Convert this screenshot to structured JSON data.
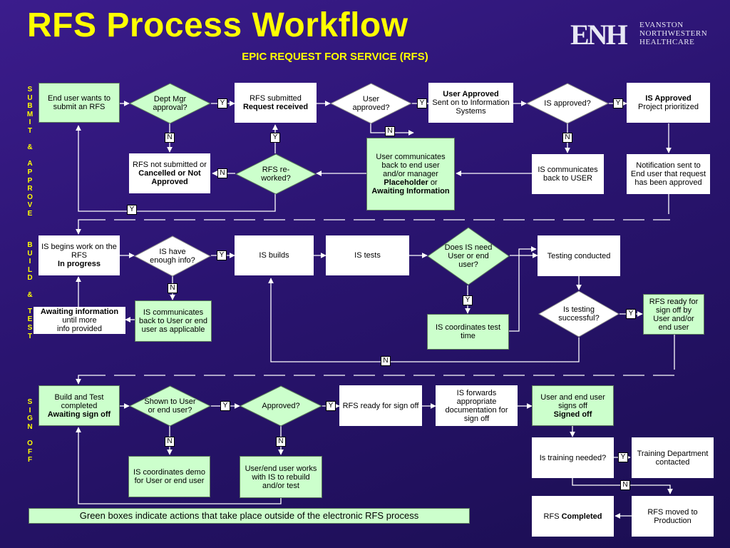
{
  "title": "RFS Process Workflow",
  "subtitle": "EPIC REQUEST FOR SERVICE (RFS)",
  "logo": {
    "mark": "ENH",
    "line1": "EVANSTON",
    "line2": "NORTHWESTERN",
    "line3": "HEALTHCARE"
  },
  "sections": {
    "submit": [
      "S",
      "U",
      "B",
      "M",
      "I",
      "T",
      "",
      "&",
      "",
      "A",
      "P",
      "P",
      "R",
      "O",
      "V",
      "E"
    ],
    "build": [
      "B",
      "U",
      "I",
      "L",
      "D",
      "",
      "&",
      "",
      "T",
      "E",
      "S",
      "T"
    ],
    "signoff": [
      "S",
      "I",
      "G",
      "N",
      "",
      "O",
      "F",
      "F"
    ]
  },
  "nodes": {
    "end_user_wants": "End user wants to submit an RFS",
    "dept_mgr": "Dept Mgr approval?",
    "rfs_submitted_a": "RFS submitted",
    "rfs_submitted_b": "Request received",
    "user_approved_q": "User approved?",
    "user_approved_a": "User Approved",
    "user_approved_b": "Sent on to Information Systems",
    "is_approved_q": "IS approved?",
    "is_approved_a": "IS Approved",
    "is_approved_b": "Project prioritized",
    "rfs_not_a": "RFS  not submitted or",
    "rfs_not_b": "Cancelled or Not Approved",
    "rfs_reworked": "RFS re-worked?",
    "user_comm_a": "User communicates back to end user and/or manager",
    "user_comm_b": "Placeholder",
    "user_comm_c": "or",
    "user_comm_d": "Awaiting Information",
    "is_comm_user": "IS communicates back to USER",
    "notification": "Notification sent to End user that request has been approved",
    "is_begins_a": "IS begins work on the RFS",
    "is_begins_b": "In progress",
    "is_enough": "IS have enough info?",
    "is_builds": "IS builds",
    "is_tests": "IS tests",
    "is_need_user": "Does IS need User or end user?",
    "testing_conducted": "Testing conducted",
    "awaiting_a": "Awaiting information",
    "awaiting_b": "until more",
    "awaiting_c": "info provided",
    "is_comm_back": "IS communicates back to User or end user as applicable",
    "is_coord_test": "IS coordinates test time",
    "testing_success": "Is testing successful?",
    "rfs_ready_signoff": "RFS ready for sign off by User and/or end user",
    "build_test_a": "Build and Test completed",
    "build_test_b": "Awaiting sign off",
    "shown_user": "Shown to User or end user?",
    "approved_q": "Approved?",
    "rfs_ready_sign": "RFS ready for sign off",
    "is_forwards": "IS forwards appropriate documentation for sign off",
    "signed_a": "User and end user signs off",
    "signed_b": "Signed off",
    "is_coord_demo": "IS coordinates demo for User or end user",
    "user_works": "User/end user works with IS to rebuild and/or test",
    "is_training": "Is training needed?",
    "training_dept": "Training Department contacted",
    "rfs_completed_a": "RFS",
    "rfs_completed_b": "Completed",
    "rfs_moved": "RFS moved to Production"
  },
  "labels": {
    "yes": "Y",
    "no": "N"
  },
  "legend": "Green boxes indicate actions that take place outside of the electronic RFS process",
  "colors": {
    "background": "#2a1470",
    "title": "#ffff00",
    "green_box": "#ccffcc",
    "white_box": "#ffffff"
  }
}
